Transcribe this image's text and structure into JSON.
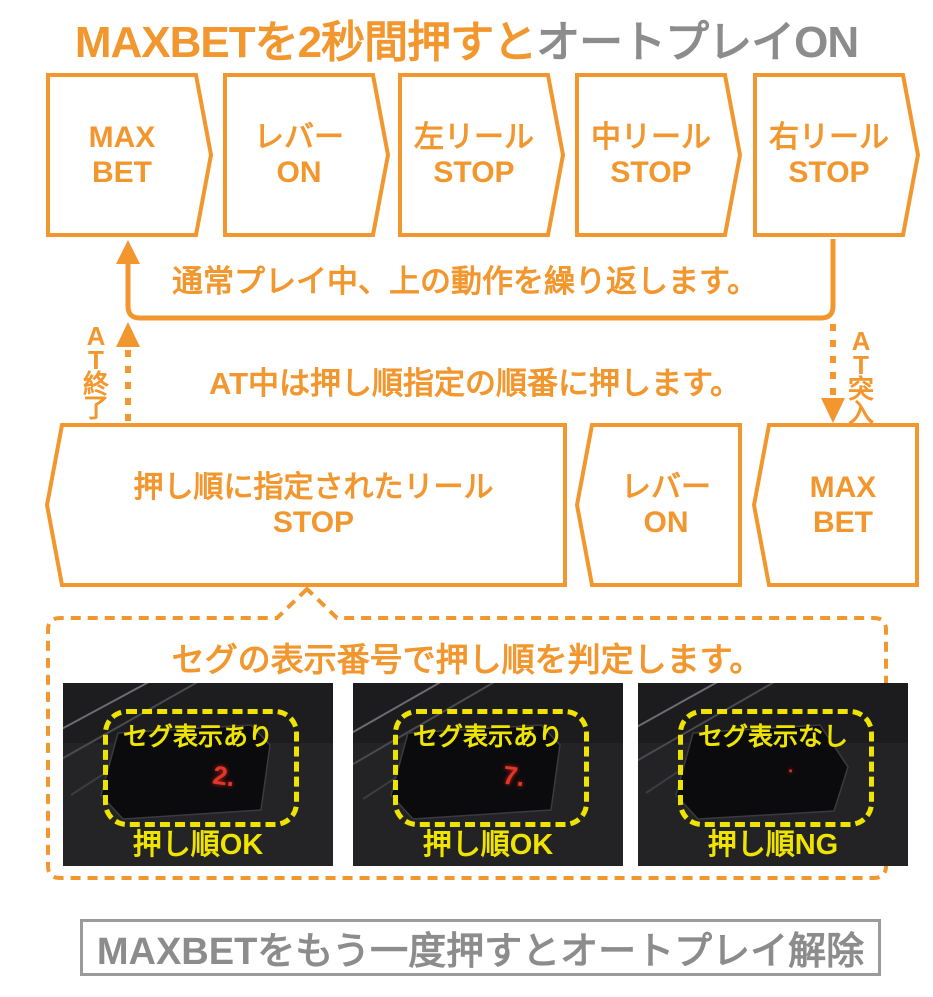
{
  "title": {
    "highlight": "MAXBETを2秒間押すと",
    "rest": "オートプレイON"
  },
  "colors": {
    "orange": "#F2962E",
    "gray": "#8C8C8C",
    "yellow": "#EFE400",
    "red": "#E2362B"
  },
  "top_flow": [
    {
      "line1": "MAX",
      "line2": "BET"
    },
    {
      "line1": "レバー",
      "line2": "ON"
    },
    {
      "line1": "左リール",
      "line2": "STOP"
    },
    {
      "line1": "中リール",
      "line2": "STOP"
    },
    {
      "line1": "右リール",
      "line2": "STOP"
    }
  ],
  "loop_caption": "通常プレイ中、上の動作を繰り返します。",
  "at_caption": "AT中は押し順指定の順番に押します。",
  "at_end_label": "AT終了",
  "at_enter_label": "AT突入",
  "bottom_flow": [
    {
      "line1": "押し順に指定されたリール",
      "line2": "STOP"
    },
    {
      "line1": "レバー",
      "line2": "ON"
    },
    {
      "line1": "MAX",
      "line2": "BET"
    }
  ],
  "seg_panel": {
    "heading": "セグの表示番号で押し順を判定します。",
    "photos": [
      {
        "tag": "セグ表示あり",
        "seg": "2.",
        "result": "押し順OK"
      },
      {
        "tag": "セグ表示あり",
        "seg": "7.",
        "result": "押し順OK"
      },
      {
        "tag": "セグ表示なし",
        "seg": "·",
        "result": "押し順NG"
      }
    ]
  },
  "footer": "MAXBETをもう一度押すとオートプレイ解除"
}
